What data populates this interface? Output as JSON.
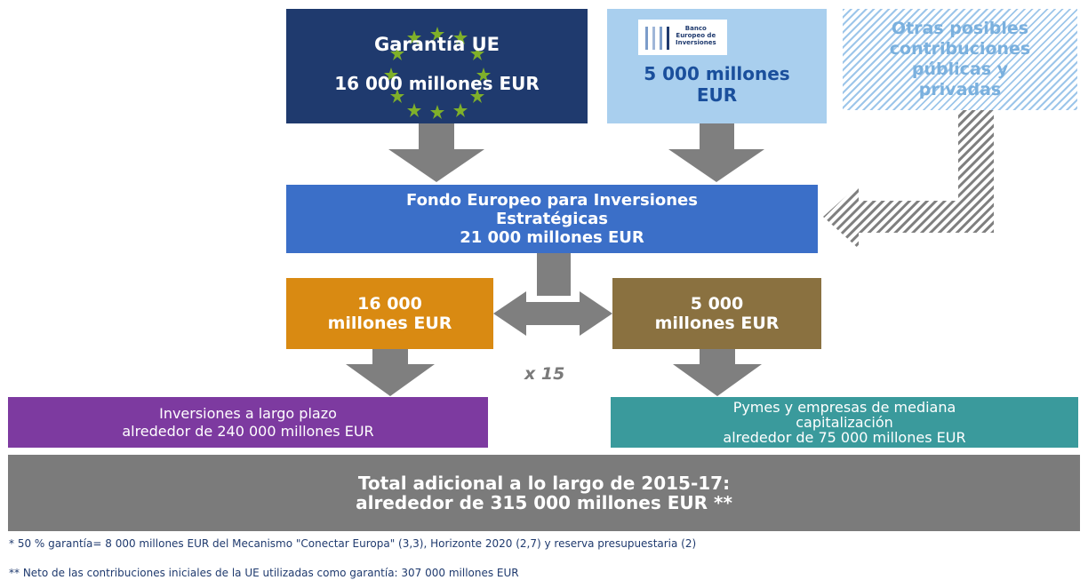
{
  "eu_guarantee": {
    "title": "Garantía UE",
    "amount": "16 000 millones EUR"
  },
  "eib": {
    "logo_line1": "Banco",
    "logo_line2": "Europeo de",
    "logo_line3": "Inversiones",
    "amount_line1": "5 000 millones",
    "amount_line2": "EUR"
  },
  "other": {
    "line1": "Otras posibles",
    "line2": "contribuciones",
    "line3": "públicas y",
    "line4": "privadas"
  },
  "efsi": {
    "line1": "Fondo Europeo para Inversiones",
    "line2": "Estratégicas",
    "line3": "21 000 millones EUR"
  },
  "split_left": {
    "line1": "16 000",
    "line2": "millones EUR"
  },
  "split_right": {
    "line1": "5 000",
    "line2": "millones EUR"
  },
  "multiplier": "x 15",
  "long_term": {
    "line1": "Inversiones a largo plazo",
    "line2": "alrededor de 240 000 millones EUR"
  },
  "sme": {
    "line1": "Pymes y empresas de mediana",
    "line2": "capitalización",
    "line3": "alrededor de 75 000 millones EUR"
  },
  "total": {
    "line1": "Total adicional a lo largo de 2015-17:",
    "line2": "alrededor de 315 000 millones EUR **"
  },
  "footnotes": {
    "note1": "* 50 % garantía= 8 000 millones EUR del Mecanismo \"Conectar Europa\" (3,3), Horizonte 2020 (2,7) y reserva presupuestaria (2)",
    "note2": "** Neto de las contribuciones iniciales de la UE utilizadas como garantía: 307 000 millones EUR"
  },
  "colors": {
    "eu_blue": "#1f3a6e",
    "eib_light_blue": "#a9cfee",
    "efsi_blue": "#3b6fc8",
    "orange": "#d98a12",
    "brown": "#8a7140",
    "purple": "#7d3aa0",
    "teal": "#3a9a9c",
    "grey": "#7b7b7b",
    "arrow_grey": "#7f7f7f"
  }
}
